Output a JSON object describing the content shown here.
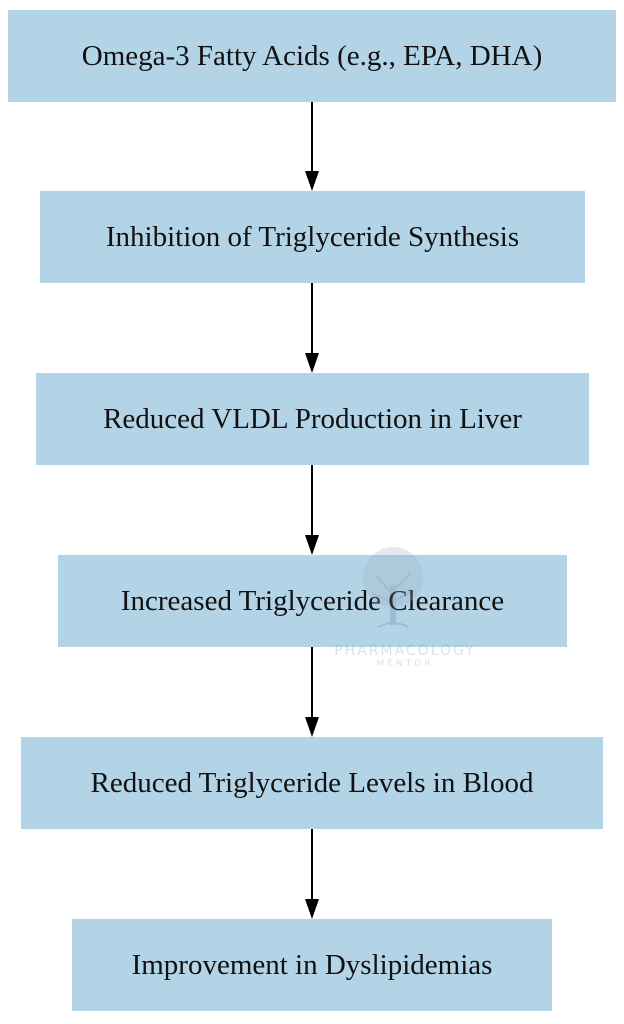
{
  "diagram": {
    "type": "flowchart",
    "direction": "top-to-bottom",
    "node_color": "#b3d4e6",
    "arrow_color": "#000000",
    "nodes": [
      {
        "label": "Omega-3 Fatty Acids (e.g., EPA, DHA)"
      },
      {
        "label": "Inhibition of Triglyceride Synthesis"
      },
      {
        "label": "Reduced VLDL Production in Liver"
      },
      {
        "label": "Increased Triglyceride Clearance"
      },
      {
        "label": "Reduced Triglyceride Levels in Blood"
      },
      {
        "label": "Improvement in Dyslipidemias"
      }
    ],
    "edges": [
      {
        "from": 0,
        "to": 1
      },
      {
        "from": 1,
        "to": 2
      },
      {
        "from": 2,
        "to": 3
      },
      {
        "from": 3,
        "to": 4
      },
      {
        "from": 4,
        "to": 5
      }
    ]
  },
  "watermark": {
    "icon": "tree-icon",
    "title": "PHARMACOLOGY",
    "subtitle": "MENTOR"
  }
}
